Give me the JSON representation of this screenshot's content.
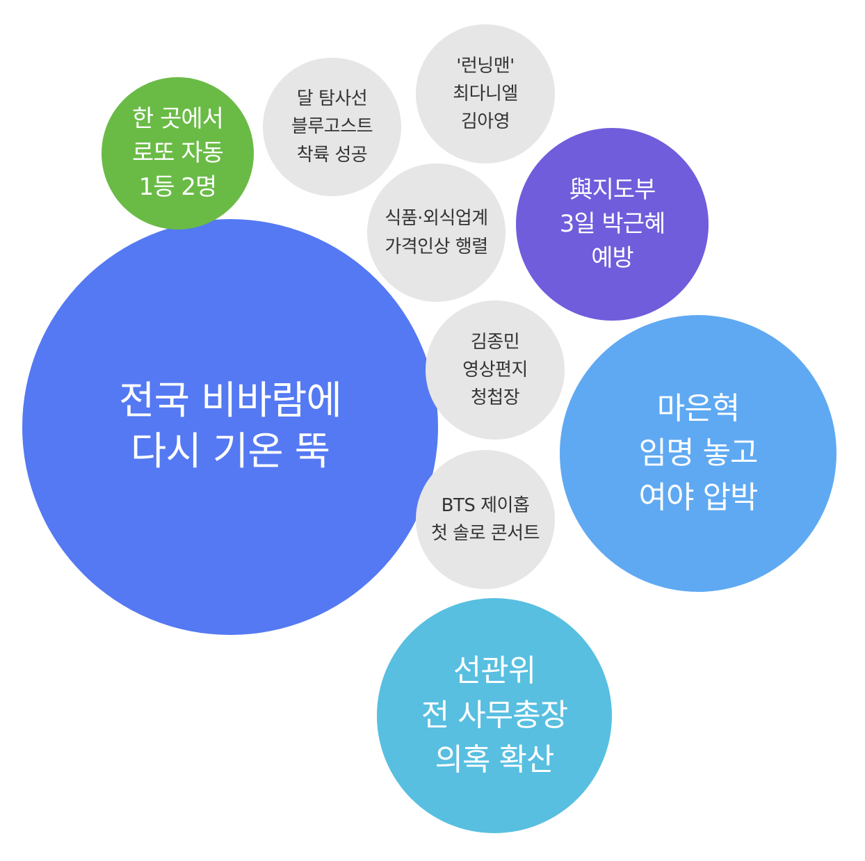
{
  "bubbles": [
    {
      "label": "전국 비바람에\n다시 기온 뚝",
      "color": "#5479f2",
      "rank": 1,
      "text_color": "#ffffff"
    },
    {
      "label": "마은혁\n임명 놓고\n여야 압박",
      "color": "#5fa9f2",
      "rank": 2,
      "text_color": "#ffffff"
    },
    {
      "label": "선관위\n전 사무총장\n의혹 확산",
      "color": "#58bfe0",
      "rank": 3,
      "text_color": "#ffffff"
    },
    {
      "label": "與지도부\n3일 박근혜\n예방",
      "color": "#6f5ddc",
      "rank": 4,
      "text_color": "#ffffff"
    },
    {
      "label": "한 곳에서\n로또 자동\n1등 2명",
      "color": "#6abb46",
      "rank": 5,
      "text_color": "#ffffff"
    },
    {
      "label": "'런닝맨'\n최다니엘\n김아영",
      "color": "#e6e6e6",
      "rank": 6,
      "text_color": "#333333"
    },
    {
      "label": "달 탐사선\n블루고스트\n착륙 성공",
      "color": "#e6e6e6",
      "rank": 7,
      "text_color": "#333333"
    },
    {
      "label": "식품·외식업계\n가격인상 행렬",
      "color": "#e6e6e6",
      "rank": 8,
      "text_color": "#333333"
    },
    {
      "label": "김종민\n영상편지\n청첩장",
      "color": "#e6e6e6",
      "rank": 9,
      "text_color": "#333333"
    },
    {
      "label": "BTS 제이홉\n첫 솔로 콘서트",
      "color": "#e6e6e6",
      "rank": 10,
      "text_color": "#333333"
    }
  ]
}
